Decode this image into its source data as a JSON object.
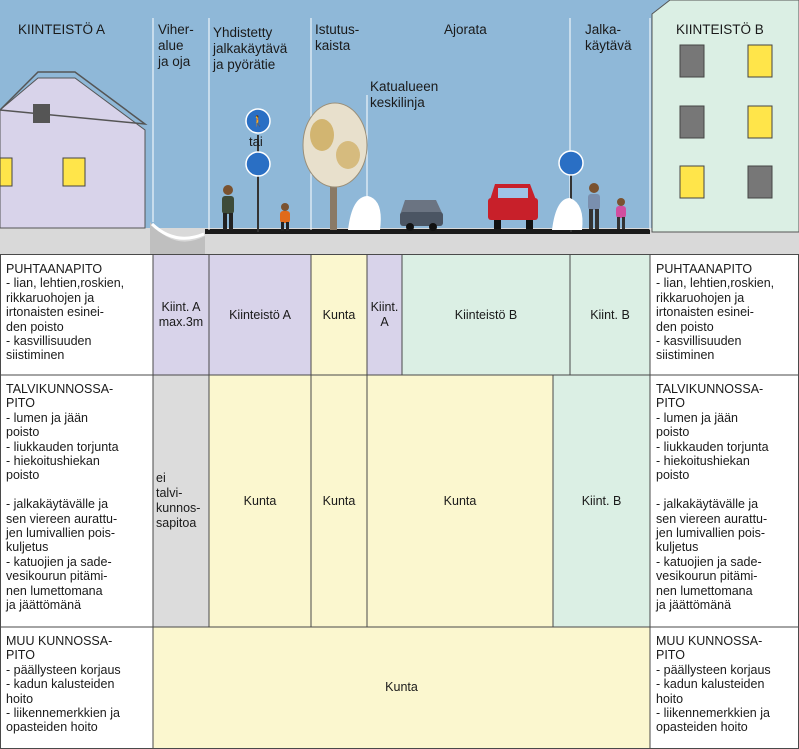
{
  "scene": {
    "kiinteisto_a": "KIINTEISTÖ A",
    "kiinteisto_b": "KIINTEISTÖ B",
    "viheralue": "Viher-\nalue\nja oja",
    "jalkakaytava_pyoratie": "Yhdistetty\njalkakäytävä\nja pyörätie",
    "istutuskaista": "Istutus-\nkaista",
    "ajorata": "Ajorata",
    "jalkakaytava": "Jalka-\nkäytävä",
    "keskilinja": "Katualueen\nkeskilinja",
    "tai": "tai"
  },
  "rows": {
    "puhtaanapito": {
      "side_text": "PUHTAANAPITO\n- lian, lehtien,roskien,\n  rikkaruohojen ja\n  irtonaisten esinei-\n  den poisto\n- kasvillisuuden\n  siistiminen",
      "cells": [
        "Kiint. A\nmax.3m",
        "Kiinteistö A",
        "Kunta",
        "Kiint.\nA",
        "Kiinteistö B",
        "Kiint. B"
      ]
    },
    "talvikunnossapito": {
      "side_text": "TALVIKUNNOSSA-\nPITO\n- lumen ja jään\n  poisto\n- liukkauden torjunta\n- hiekoitushiekan\n  poisto\n\n- jalkakäytävälle ja\n  sen viereen auratt­u-\n  jen lumivallien pois-\n  kuljetus\n- katuojien ja sade-\n  vesikourun pitämi-\n  nen lumettomana\n  ja jäättömänä",
      "cells": [
        "ei\ntalvi-\nkunnos-\nsapitoa",
        "Kunta",
        "Kunta",
        "Kunta",
        "Kiint. B"
      ]
    },
    "muu": {
      "side_text": "MUU KUNNOSSA-\nPITO\n- päällysteen korjaus\n- kadun kalusteiden\n  hoito\n- liikennemerkkien ja\n  opasteiden hoito",
      "cells": [
        "Kunta"
      ]
    }
  },
  "colors": {
    "sky": "#8fb8d8",
    "lilac": "#d8d3ea",
    "yellow": "#fbf7cf",
    "mint": "#dbefe4",
    "grey": "#dcdcdc",
    "road": "#1a1a1a"
  },
  "icons": [
    "house-a-icon",
    "apartment-building-b-icon",
    "pedestrian-cycle-sign-icon",
    "tree-icon",
    "car-icon",
    "pedestrian-icon",
    "snow-pile-icon"
  ]
}
